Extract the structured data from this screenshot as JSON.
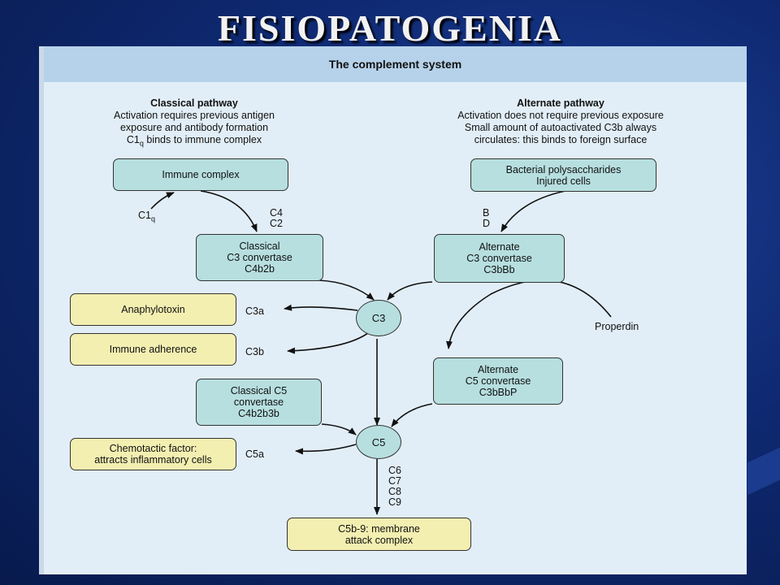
{
  "slide": {
    "title": "FISIOPATOGENIA"
  },
  "diagram": {
    "header": "The complement system",
    "classical": {
      "head": "Classical pathway",
      "line1": "Activation requires previous antigen",
      "line2": "exposure and antibody formation",
      "line3_prefix": "C1",
      "line3_sub": "q",
      "line3_suffix": " binds to immune complex"
    },
    "alternate": {
      "head": "Alternate pathway",
      "line1": "Activation does not require previous exposure",
      "line2": "Small amount of autoactivated C3b always",
      "line3": "circulates: this binds to foreign surface"
    },
    "boxes": {
      "immune_complex": "Immune complex",
      "bacterial_1": "Bacterial polysaccharides",
      "bacterial_2": "Injured cells",
      "cl_c3_1": "Classical",
      "cl_c3_2": "C3 convertase",
      "cl_c3_3": "C4b2b",
      "alt_c3_1": "Alternate",
      "alt_c3_2": "C3 convertase",
      "alt_c3_3": "C3bBb",
      "anaphylotoxin": "Anaphylotoxin",
      "immune_adherence": "Immune adherence",
      "alt_c5_1": "Alternate",
      "alt_c5_2": "C5 convertase",
      "alt_c5_3": "C3bBbP",
      "cl_c5_1": "Classical C5",
      "cl_c5_2": "convertase",
      "cl_c5_3": "C4b2b3b",
      "chemotactic_1": "Chemotactic factor:",
      "chemotactic_2": "attracts inflammatory cells",
      "mac_1": "C5b-9: membrane",
      "mac_2": "attack complex"
    },
    "nodes": {
      "c3": "C3",
      "c5": "C5"
    },
    "labels": {
      "c1q_main": "C1",
      "c1q_sub": "q",
      "c4": "C4",
      "c2": "C2",
      "b": "B",
      "d": "D",
      "c3a": "C3a",
      "c3b": "C3b",
      "properdin": "Properdin",
      "c5a": "C5a",
      "c6": "C6",
      "c7": "C7",
      "c8": "C8",
      "c9": "C9"
    }
  }
}
